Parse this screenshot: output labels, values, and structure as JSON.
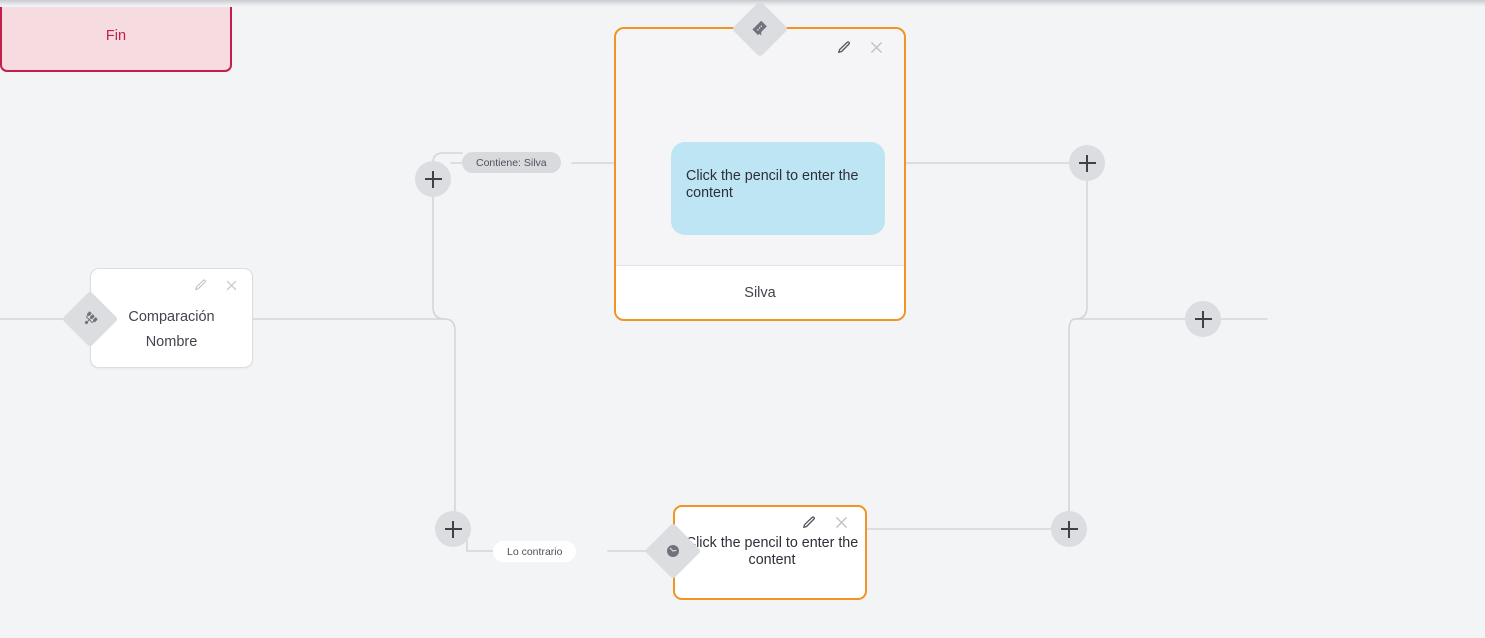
{
  "app": {
    "canvas_background": "#f3f4f6",
    "accent_orange": "#f29424",
    "accent_crimson": "#c2204a",
    "bubble_blue": "#bee5f4"
  },
  "nodes": {
    "comparison": {
      "title": "Comparación",
      "subtitle": "Nombre",
      "badge_icon": "branch-icon",
      "edit_icon": "pencil-icon",
      "close_icon": "close-icon"
    },
    "message_card": {
      "badge_icon": "message-bubble-icon",
      "edit_icon": "pencil-icon",
      "close_icon": "close-icon",
      "bubble_text": "Click the pencil to enter the content",
      "footer_label": "Silva"
    },
    "delay_card": {
      "badge_icon": "clock-icon",
      "edit_icon": "pencil-icon",
      "close_icon": "close-icon",
      "body_text": "Click the pencil to enter the content"
    },
    "end": {
      "label": "Fin"
    }
  },
  "edge_labels": {
    "contains": "Contiene: Silva",
    "otherwise": "Lo contrario"
  },
  "add_buttons": [
    {
      "name": "add-node-true-branch",
      "icon": "plus-icon"
    },
    {
      "name": "add-node-false-branch",
      "icon": "plus-icon"
    },
    {
      "name": "add-node-after-message",
      "icon": "plus-icon"
    },
    {
      "name": "add-node-after-delay",
      "icon": "plus-icon"
    },
    {
      "name": "add-node-before-end",
      "icon": "plus-icon"
    }
  ]
}
